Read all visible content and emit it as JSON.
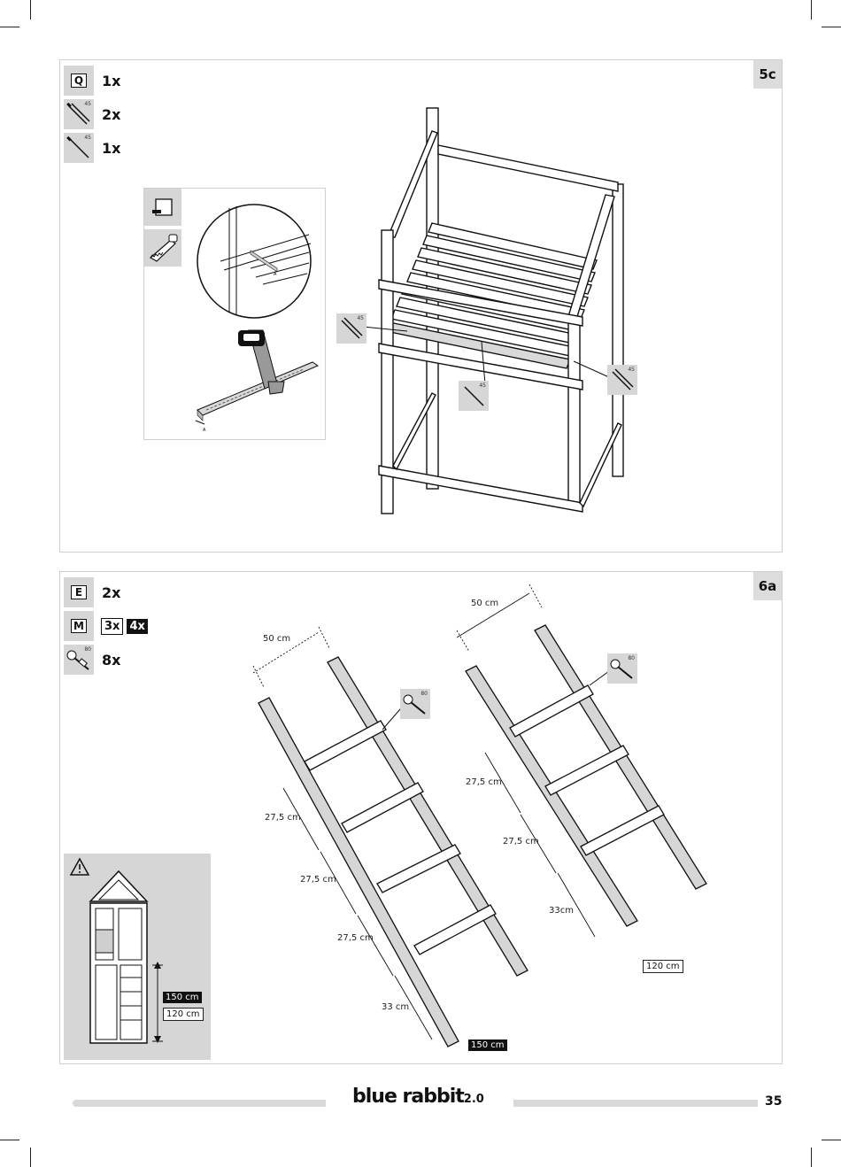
{
  "step_5c": {
    "step_label": "5c",
    "parts": [
      {
        "icon": "letter-box-q-icon",
        "code": "Q",
        "qty": "1x"
      },
      {
        "icon": "screw-45-icon",
        "size": "45",
        "qty": "2x"
      },
      {
        "icon": "screw-45-icon",
        "size": "45",
        "qty": "1x"
      }
    ],
    "tools": [
      "pencil-square-icon",
      "saw-icon"
    ],
    "marker_a": "A",
    "screw_callout_size": "45"
  },
  "step_6a": {
    "step_label": "6a",
    "parts": [
      {
        "code": "E",
        "qty": "2x"
      },
      {
        "code": "M",
        "qty_outline": "3x",
        "qty_solid": "4x"
      },
      {
        "size": "80",
        "qty": "8x"
      }
    ],
    "screw_callout_size": "80",
    "left_ladder": {
      "width": "50 cm",
      "spacings": [
        "27,5 cm",
        "27,5 cm",
        "27,5 cm",
        "33 cm"
      ],
      "length": "150 cm"
    },
    "right_ladder": {
      "width": "50 cm",
      "spacings": [
        "27,5 cm",
        "27,5 cm",
        "33cm"
      ],
      "length": "120 cm"
    },
    "warning": {
      "icon": "warning-triangle-icon",
      "heights": [
        "150 cm",
        "120 cm"
      ]
    }
  },
  "footer": {
    "brand": "blue rabbit",
    "version": "2.0",
    "page_number": "35"
  }
}
